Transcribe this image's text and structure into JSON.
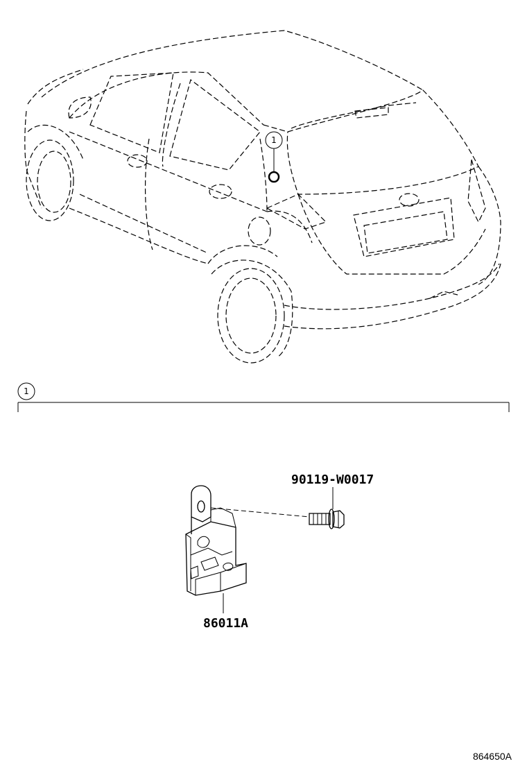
{
  "diagram": {
    "callout_number": "1",
    "section_callout_number": "1",
    "parts": {
      "bolt_label": "90119-W0017",
      "module_label": "86011A"
    },
    "illustration_code": "864650A"
  }
}
